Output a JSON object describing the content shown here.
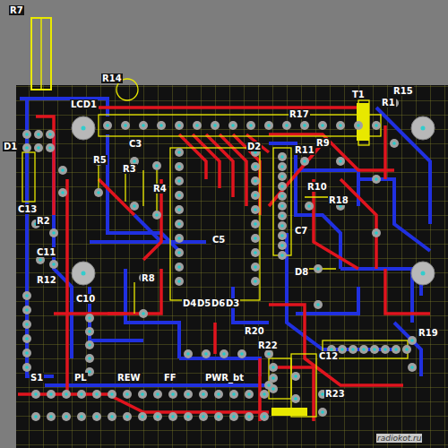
{
  "diagram": {
    "labels": [
      "R7",
      "R14",
      "LCD1",
      "T1",
      "R15",
      "R1",
      "R17",
      "D1",
      "C3",
      "R11",
      "R9",
      "R5",
      "R3",
      "R4",
      "D2",
      "R10",
      "R18",
      "C13",
      "R2",
      "C11",
      "C5",
      "C7",
      "D8",
      "R8",
      "R12",
      "C10",
      "D4",
      "D5",
      "D6",
      "D3",
      "R20",
      "R22",
      "C12",
      "R19",
      "R23",
      "S1",
      "PL",
      "REW",
      "FF",
      "PWR_bt",
      "radiokot.ru"
    ]
  }
}
